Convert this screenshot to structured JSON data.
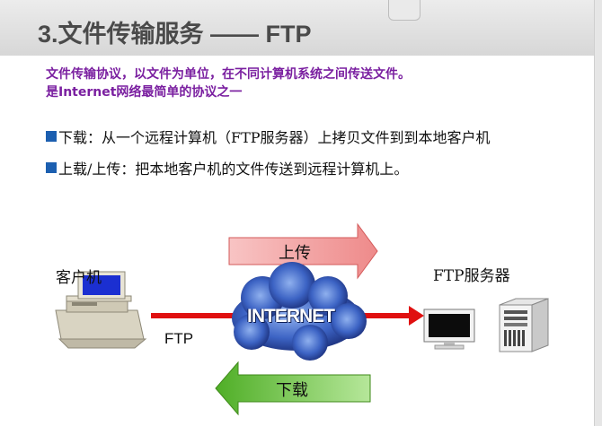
{
  "title": "3.文件传输服务 —— FTP",
  "intro_lines": [
    "文件传输协议，以文件为单位，在不同计算机系统之间传送文件。",
    "是Internet网络最简单的协议之一"
  ],
  "bullets": [
    "下载：从一个远程计算机（FTP服务器）上拷贝文件到到本地客户机",
    "上载/上传：把本地客户机的文件传送到远程计算机上。"
  ],
  "diagram": {
    "client_label": "客户机",
    "server_label": "FTP服务器",
    "upload_label": "上传",
    "download_label": "下载",
    "internet_label": "INTERNET",
    "protocol_label": "FTP"
  },
  "colors": {
    "title_bar": "#d9d9d9",
    "intro_text": "#7a1fa0",
    "bullet_square": "#1c5fb0",
    "upload_arrow": "#f39a9a",
    "download_arrow": "#62c033",
    "connection_line": "#e01010",
    "cloud": "#3a6ad0"
  }
}
